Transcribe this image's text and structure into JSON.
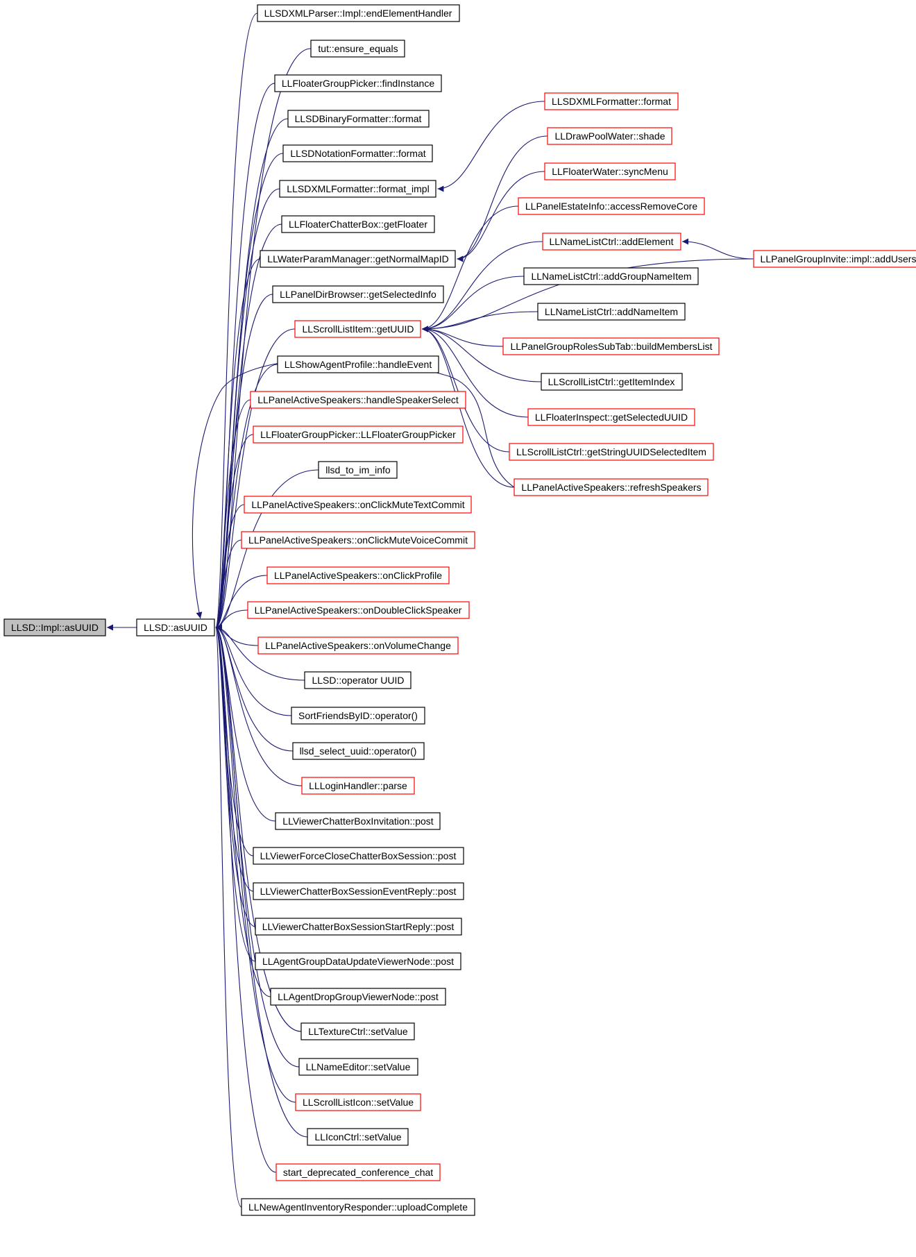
{
  "colors": {
    "edge": "#191970",
    "documented": "#000000",
    "undocumented": "#ff0000",
    "root_fill": "#bfbfbf",
    "fill": "#ffffff"
  },
  "root": {
    "label": "LLSD::Impl::asUUID"
  },
  "center": {
    "label": "LLSD::asUUID"
  },
  "callers": [
    {
      "label": "LLSDXMLParser::Impl::endElementHandler",
      "border": "black"
    },
    {
      "label": "tut::ensure_equals",
      "border": "black"
    },
    {
      "label": "LLFloaterGroupPicker::findInstance",
      "border": "black"
    },
    {
      "label": "LLSDBinaryFormatter::format",
      "border": "black"
    },
    {
      "label": "LLSDNotationFormatter::format",
      "border": "black"
    },
    {
      "label": "LLSDXMLFormatter::format_impl",
      "border": "black"
    },
    {
      "label": "LLFloaterChatterBox::getFloater",
      "border": "black"
    },
    {
      "label": "LLWaterParamManager::getNormalMapID",
      "border": "black"
    },
    {
      "label": "LLPanelDirBrowser::getSelectedInfo",
      "border": "black"
    },
    {
      "label": "LLScrollListItem::getUUID",
      "border": "red"
    },
    {
      "label": "LLShowAgentProfile::handleEvent",
      "border": "black"
    },
    {
      "label": "LLPanelActiveSpeakers::handleSpeakerSelect",
      "border": "red"
    },
    {
      "label": "LLFloaterGroupPicker::LLFloaterGroupPicker",
      "border": "red"
    },
    {
      "label": "llsd_to_im_info",
      "border": "black"
    },
    {
      "label": "LLPanelActiveSpeakers::onClickMuteTextCommit",
      "border": "red"
    },
    {
      "label": "LLPanelActiveSpeakers::onClickMuteVoiceCommit",
      "border": "red"
    },
    {
      "label": "LLPanelActiveSpeakers::onClickProfile",
      "border": "red"
    },
    {
      "label": "LLPanelActiveSpeakers::onDoubleClickSpeaker",
      "border": "red"
    },
    {
      "label": "LLPanelActiveSpeakers::onVolumeChange",
      "border": "red"
    },
    {
      "label": "LLSD::operator UUID",
      "border": "black"
    },
    {
      "label": "SortFriendsByID::operator()",
      "border": "black"
    },
    {
      "label": "llsd_select_uuid::operator()",
      "border": "black"
    },
    {
      "label": "LLLoginHandler::parse",
      "border": "red"
    },
    {
      "label": "LLViewerChatterBoxInvitation::post",
      "border": "black"
    },
    {
      "label": "LLViewerForceCloseChatterBoxSession::post",
      "border": "black"
    },
    {
      "label": "LLViewerChatterBoxSessionEventReply::post",
      "border": "black"
    },
    {
      "label": "LLViewerChatterBoxSessionStartReply::post",
      "border": "black"
    },
    {
      "label": "LLAgentGroupDataUpdateViewerNode::post",
      "border": "black"
    },
    {
      "label": "LLAgentDropGroupViewerNode::post",
      "border": "black"
    },
    {
      "label": "LLTextureCtrl::setValue",
      "border": "black"
    },
    {
      "label": "LLNameEditor::setValue",
      "border": "black"
    },
    {
      "label": "LLScrollListIcon::setValue",
      "border": "red"
    },
    {
      "label": "LLIconCtrl::setValue",
      "border": "black"
    },
    {
      "label": "start_deprecated_conference_chat",
      "border": "red"
    },
    {
      "label": "LLNewAgentInventoryResponder::uploadComplete",
      "border": "black"
    }
  ],
  "format_impl_callers": [
    {
      "label": "LLSDXMLFormatter::format",
      "border": "red"
    }
  ],
  "normal_map_callers": [
    {
      "label": "LLDrawPoolWater::shade",
      "border": "red"
    },
    {
      "label": "LLFloaterWater::syncMenu",
      "border": "red"
    }
  ],
  "get_uuid_callers": [
    {
      "label": "LLPanelEstateInfo::accessRemoveCore",
      "border": "red"
    },
    {
      "label": "LLNameListCtrl::addElement",
      "border": "red"
    },
    {
      "label": "LLNameListCtrl::addGroupNameItem",
      "border": "black"
    },
    {
      "label": "LLNameListCtrl::addNameItem",
      "border": "black"
    },
    {
      "label": "LLPanelGroupRolesSubTab::buildMembersList",
      "border": "red"
    },
    {
      "label": "LLScrollListCtrl::getItemIndex",
      "border": "black"
    },
    {
      "label": "LLFloaterInspect::getSelectedUUID",
      "border": "red"
    },
    {
      "label": "LLScrollListCtrl::getStringUUIDSelectedItem",
      "border": "red"
    },
    {
      "label": "LLPanelActiveSpeakers::refreshSpeakers",
      "border": "red"
    }
  ],
  "add_element_callers": [
    {
      "label": "LLPanelGroupInvite::impl::addUsers",
      "border": "red"
    }
  ]
}
